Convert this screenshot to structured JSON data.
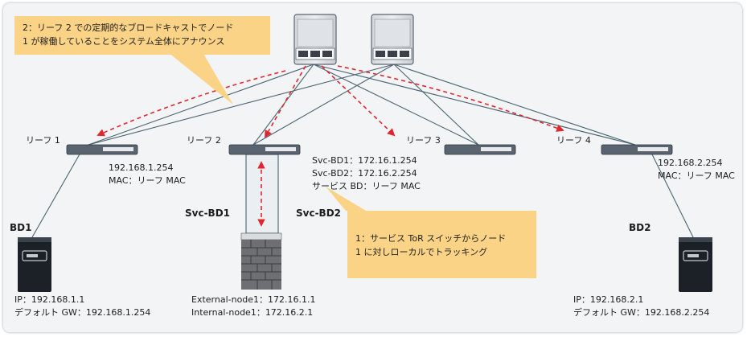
{
  "callouts": {
    "top": {
      "line1": "2：リーフ 2 での定期的なブロードキャストでノード",
      "line2": "1 が稼働していることをシステム全体にアナウンス"
    },
    "bottom": {
      "line1": "1：サービス ToR スイッチからノード",
      "line2": "1 に対しローカルでトラッキング"
    }
  },
  "leaves": [
    {
      "label": "リーフ 1"
    },
    {
      "label": "リーフ 2"
    },
    {
      "label": "リーフ 3"
    },
    {
      "label": "リーフ 4"
    }
  ],
  "leaf1_info": {
    "ip": "192.168.1.254",
    "mac": "MAC：リーフ MAC"
  },
  "leaf2_info": {
    "svc_bd1": "Svc-BD1：172.16.1.254",
    "svc_bd2": "Svc-BD2：172.16.2.254",
    "service_bd": "サービス BD：リーフ MAC"
  },
  "leaf4_info": {
    "ip": "192.168.2.254",
    "mac": "MAC：リーフ MAC"
  },
  "bd_labels": {
    "bd1": "BD1",
    "bd2": "BD2",
    "svc_bd1": "Svc-BD1",
    "svc_bd2": "Svc-BD2"
  },
  "server1": {
    "ip": "IP：192.168.1.1",
    "gw": "デフォルト GW：192.168.1.254"
  },
  "server2": {
    "ip": "IP：192.168.2.1",
    "gw": "デフォルト GW：192.168.2.254"
  },
  "firewall": {
    "external": "External-node1：172.16.1.1",
    "internal": "Internal-node1：172.16.2.1"
  },
  "colors": {
    "callout": "#fbd387",
    "link": "#4a6470",
    "broadcast": "#e0272f"
  }
}
